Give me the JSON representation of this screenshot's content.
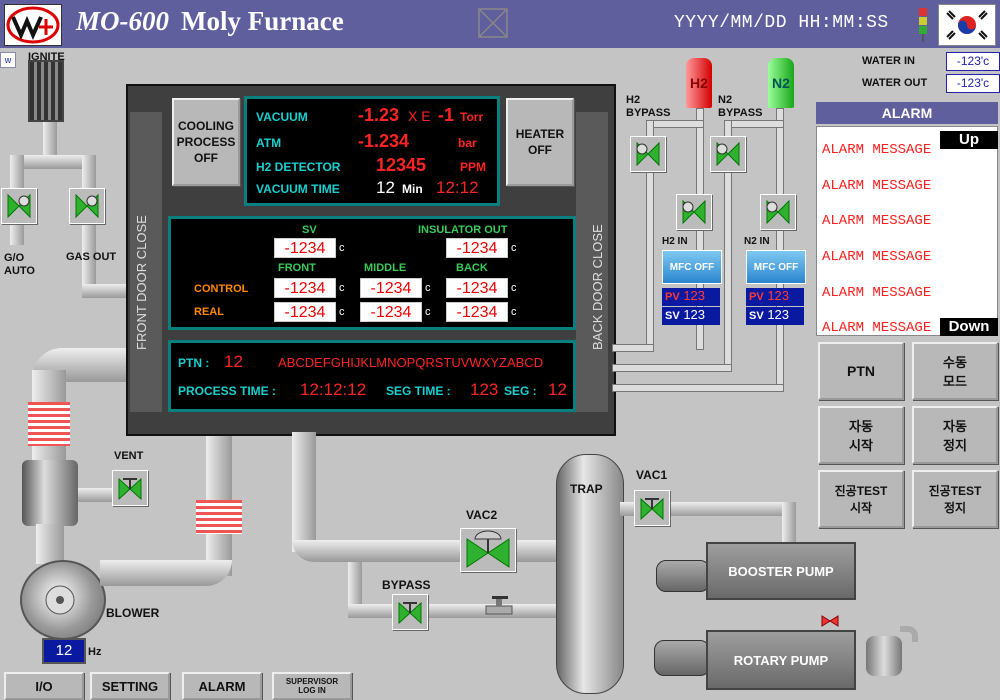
{
  "header": {
    "model": "MO-600",
    "title": "Moly Furnace",
    "datetime": "YYYY/MM/DD HH:MM:SS"
  },
  "water": {
    "in_label": "WATER IN",
    "in_value": "-123'c",
    "out_label": "WATER OUT",
    "out_value": "-123'c"
  },
  "left": {
    "ignite": "IGNITE",
    "go_auto": "G/O\nAUTO",
    "gas_out": "GAS OUT",
    "vent": "VENT",
    "blower": "BLOWER",
    "hz_value": "12",
    "hz_unit": "Hz"
  },
  "doors": {
    "front": "FRONT DOOR CLOSE",
    "back": "BACK DOOR CLOSE"
  },
  "buttons": {
    "cooling": "COOLING\nPROCESS\nOFF",
    "heater": "HEATER\nOFF"
  },
  "vacuum_panel": {
    "vacuum_label": "VACUUM",
    "vacuum_value": "-1.23",
    "vacuum_x": "X E",
    "vacuum_exp": "-1",
    "vacuum_unit": "Torr",
    "atm_label": "ATM",
    "atm_value": "-1.234",
    "atm_unit": "bar",
    "h2_label": "H2 DETECTOR",
    "h2_value": "12345",
    "h2_unit": "PPM",
    "vt_label": "VACUUM TIME",
    "vt_value": "12",
    "vt_unit": "Min",
    "vt_clock": "12:12"
  },
  "temp_panel": {
    "sv_label": "SV",
    "sv_value": "-1234",
    "ins_label": "INSULATOR OUT",
    "ins_value": "-1234",
    "front": "FRONT",
    "middle": "MIDDLE",
    "back": "BACK",
    "control": "CONTROL",
    "real": "REAL",
    "values": [
      "-1234",
      "-1234",
      "-1234",
      "-1234",
      "-1234",
      "-1234"
    ],
    "unit": "c"
  },
  "process_panel": {
    "ptn_label": "PTN :",
    "ptn_value": "12",
    "ptn_name": "ABCDEFGHIJKLMNOPQRSTUVWXYZABCD",
    "pt_label": "PROCESS TIME :",
    "pt_value": "12:12:12",
    "seg_time_label": "SEG TIME :",
    "seg_time_value": "123",
    "seg_label": "SEG :",
    "seg_value": "12"
  },
  "gas": {
    "h2": "H2",
    "n2": "N2",
    "h2_bypass": "H2\nBYPASS",
    "n2_bypass": "N2\nBYPASS",
    "h2_in": "H2 IN",
    "n2_in": "N2 IN",
    "mfc_off": "MFC OFF",
    "pv_label": "PV",
    "sv_label": "SV",
    "h2_pv": "123",
    "h2_sv": "123",
    "n2_pv": "123",
    "n2_sv": "123"
  },
  "alarm": {
    "title": "ALARM",
    "messages": [
      "ALARM MESSAGE",
      "ALARM MESSAGE",
      "ALARM MESSAGE",
      "ALARM MESSAGE",
      "ALARM MESSAGE",
      "ALARM MESSAGE"
    ],
    "up": "Up",
    "down": "Down"
  },
  "side_buttons": [
    "PTN",
    "수동\n모드",
    "자동\n시작",
    "자동\n정지",
    "진공TEST\n시작",
    "진공TEST\n정지"
  ],
  "equipment": {
    "trap": "TRAP",
    "vac1": "VAC1",
    "vac2": "VAC2",
    "bypass": "BYPASS",
    "booster": "BOOSTER PUMP",
    "rotary": "ROTARY PUMP"
  },
  "bottom": {
    "io": "I/O",
    "setting": "SETTING",
    "alarm": "ALARM",
    "supervisor": "SUPERVISOR\nLOG IN"
  },
  "colors": {
    "header": "#5f5f9e",
    "panel_border": "#0a7f7f",
    "value_red": "#ff2424",
    "label_cyan": "#19d0d0",
    "label_green": "#3acb5a",
    "label_orange": "#ff8a00"
  }
}
